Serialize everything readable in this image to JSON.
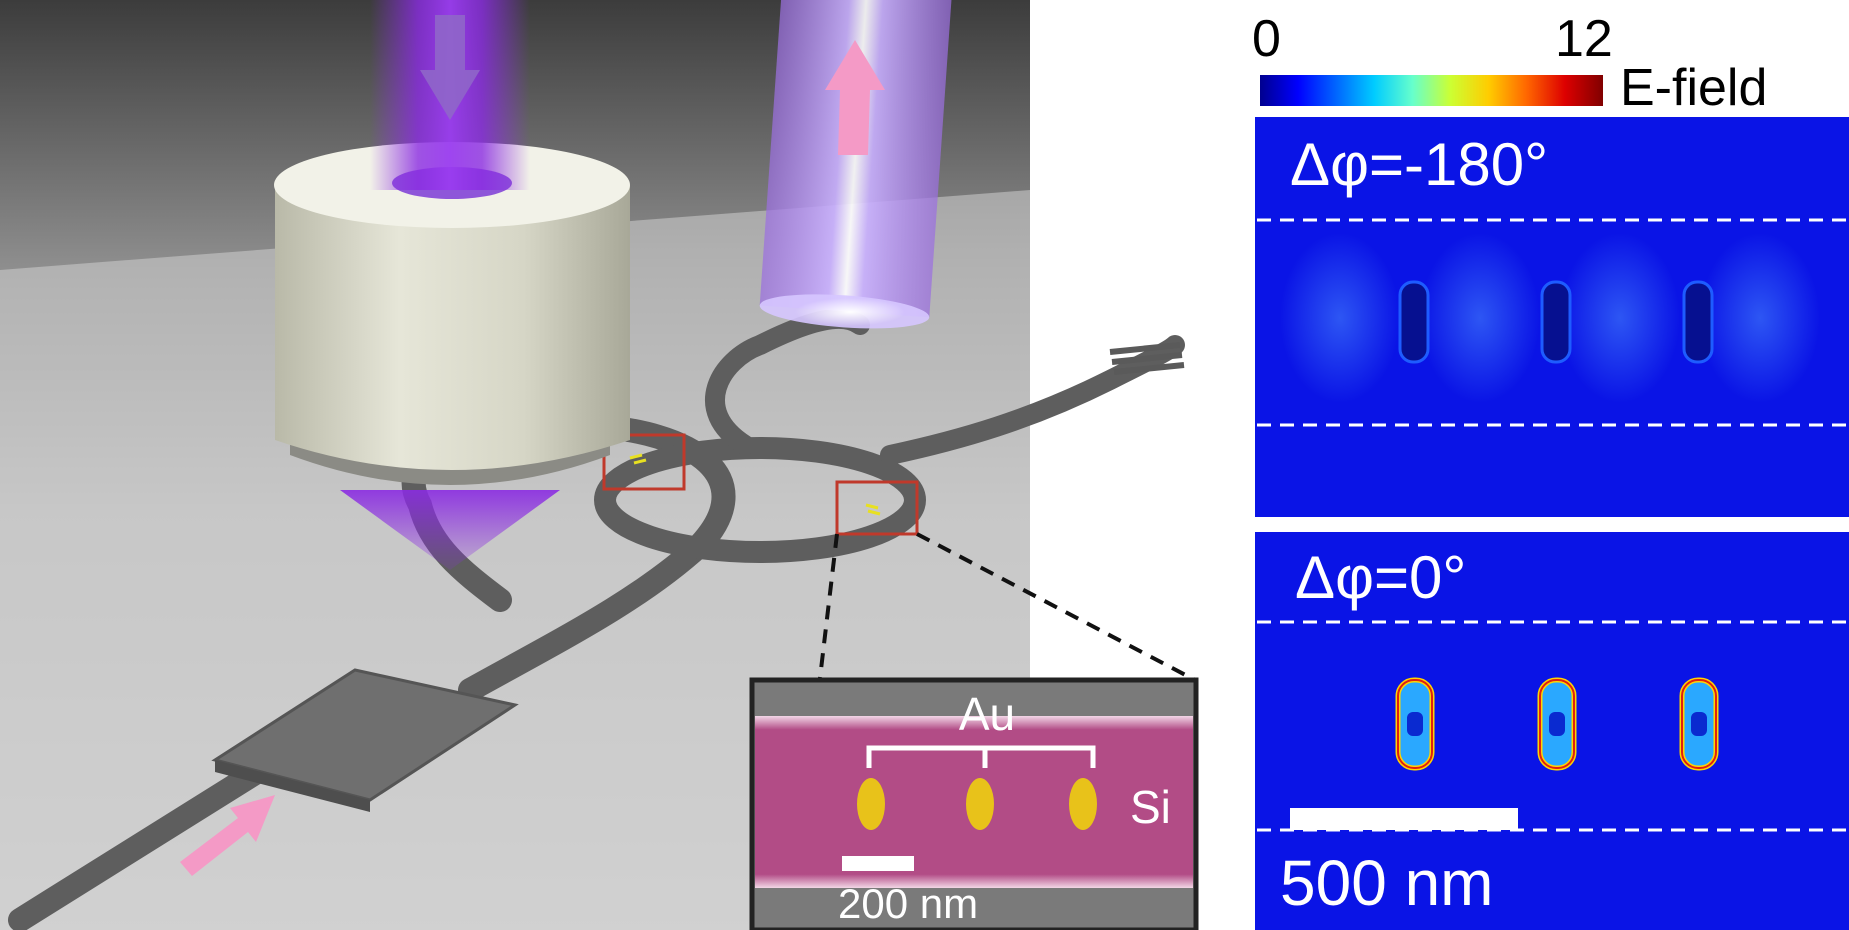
{
  "colorbar": {
    "min_label": "0",
    "max_label": "12",
    "title": "E-field",
    "stops": [
      "#00008f",
      "#0000ff",
      "#0066ff",
      "#00ccff",
      "#66ffcc",
      "#ccff33",
      "#ffcc00",
      "#ff6600",
      "#dd0000",
      "#800000"
    ]
  },
  "panels": {
    "top_phase": "Δφ=-180°",
    "bottom_phase": "Δφ=0°",
    "bottom_intensity": "high",
    "top_intensity": "low"
  },
  "field_scale_bar": "500 nm",
  "inset": {
    "material_top": "Au",
    "material_side": "Si",
    "scale_bar": "200 nm"
  },
  "colors": {
    "field_background": "#0a14e6",
    "inset_silicon": "#b24c86",
    "gold": "#e8c21a",
    "laser_purple": "#8a2be2",
    "waveguide": "#6b6b6b",
    "arrow_pink": "#f49ac6",
    "highlight_box": "#c0392b"
  }
}
